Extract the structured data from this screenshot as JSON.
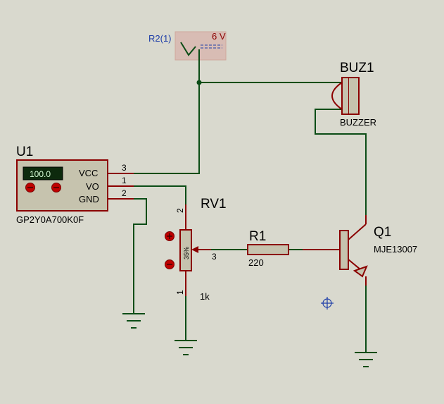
{
  "power": {
    "name": "R2(1)",
    "voltage": "6 V"
  },
  "sensor": {
    "ref": "U1",
    "part": "GP2Y0A700K0F",
    "display": "100.0",
    "pins": [
      {
        "label": "VCC",
        "number": "3"
      },
      {
        "label": "VO",
        "number": "1"
      },
      {
        "label": "GND",
        "number": "2"
      }
    ]
  },
  "pot": {
    "ref": "RV1",
    "value": "1k",
    "position": "35%",
    "pin_top": "2",
    "pin_bottom": "1",
    "pin_wiper": "3"
  },
  "resistor": {
    "ref": "R1",
    "value": "220"
  },
  "buzzer": {
    "ref": "BUZ1",
    "type": "BUZZER"
  },
  "transistor": {
    "ref": "Q1",
    "part": "MJE13007"
  },
  "colors": {
    "wire": "#0b4d16",
    "component": "#8b0000",
    "fill": "#c6c3ae",
    "background": "#d9d9ce",
    "rail": "#1e3ea8"
  }
}
